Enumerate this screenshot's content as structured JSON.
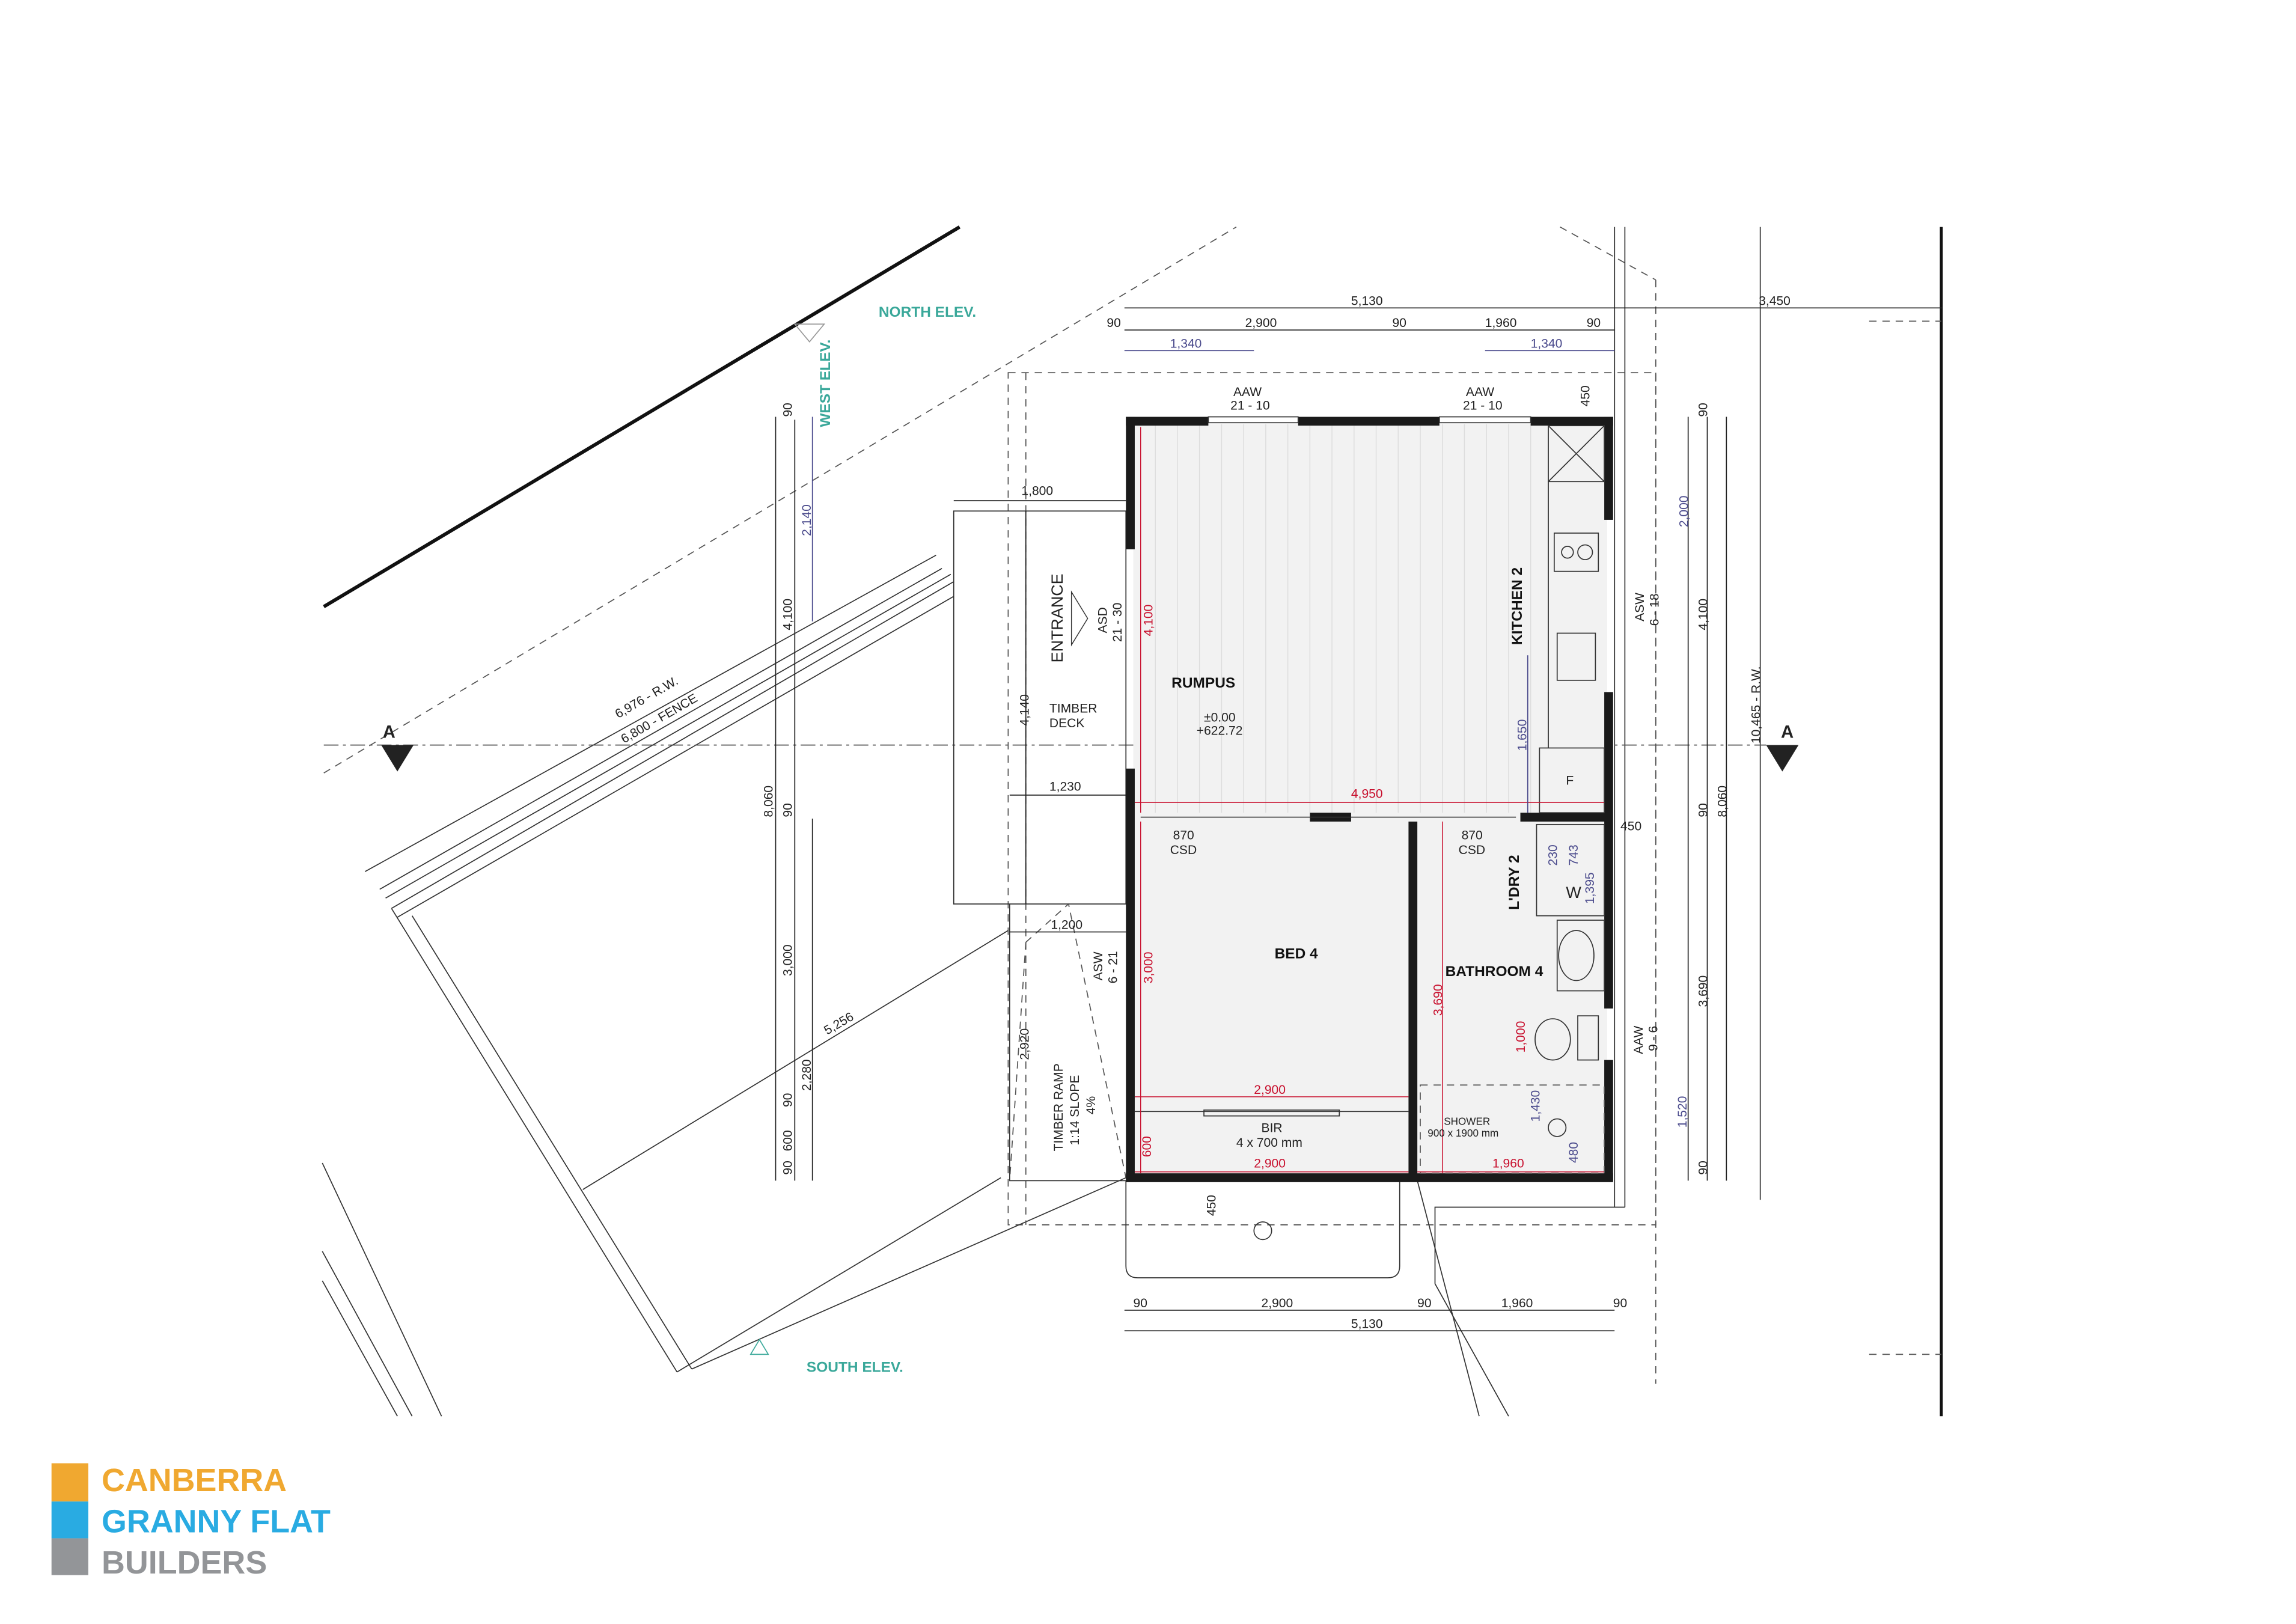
{
  "logo": {
    "line1": "CANBERRA",
    "line2": "GRANNY FLAT",
    "line3": "BUILDERS",
    "colors": {
      "orange": "#f0a830",
      "blue": "#29abe2",
      "grey": "#939598"
    }
  },
  "elevations": {
    "north": "NORTH ELEV.",
    "west": "WEST ELEV.",
    "south": "SOUTH ELEV.",
    "section_left": "A",
    "section_right": "A"
  },
  "rooms": {
    "rumpus": "RUMPUS",
    "kitchen": "KITCHEN 2",
    "bed": "BED 4",
    "bathroom": "BATHROOM 4",
    "laundry": "L'DRY 2",
    "bir": "BIR",
    "bir_size": "4 x 700 mm",
    "shower": "SHOWER",
    "shower_size": "900 x 1900 mm",
    "entrance": "ENTRANCE",
    "deck_1": "TIMBER",
    "deck_2": "DECK",
    "ramp_1": "TIMBER RAMP",
    "ramp_2": "1:14 SLOPE",
    "ramp_3": "4%",
    "level_1": "±0.00",
    "level_2": "+622.72",
    "fridge": "F",
    "washer": "W"
  },
  "openings": {
    "aaw1_a": "AAW",
    "aaw1_b": "21 - 10",
    "aaw2_a": "AAW",
    "aaw2_b": "21 - 10",
    "asd_a": "ASD",
    "asd_b": "21 - 30",
    "asw1_a": "ASW",
    "asw1_b": "6 - 18",
    "asw2_a": "ASW",
    "asw2_b": "6 - 21",
    "aaw3_a": "AAW",
    "aaw3_b": "9 - 6",
    "csd1_a": "870",
    "csd1_b": "CSD",
    "csd2_a": "870",
    "csd2_b": "CSD"
  },
  "dims": {
    "top": [
      "5,130",
      "90",
      "2,900",
      "90",
      "1,960",
      "90",
      "3,450",
      "1,340",
      "1,340",
      "450"
    ],
    "left": [
      "90",
      "4,100",
      "8,060",
      "90",
      "3,000",
      "90",
      "600",
      "90",
      "2,140",
      "2,280",
      "5,256"
    ],
    "boundary": [
      "6,976 - R.W.",
      "6,800 - FENCE"
    ],
    "deck": [
      "1,800",
      "4,140",
      "1,230",
      "1,200",
      "2,920"
    ],
    "right": [
      "90",
      "2,000",
      "4,100",
      "8,060",
      "90",
      "3,690",
      "1,520",
      "90",
      "10,465 - R.W.",
      "450"
    ],
    "bottom": [
      "90",
      "2,900",
      "90",
      "1,960",
      "90",
      "5,130",
      "450"
    ],
    "internal_red": [
      "4,100",
      "4,950",
      "3,000",
      "2,900",
      "2,900",
      "600",
      "3,690",
      "1,960",
      "1,000"
    ],
    "internal_blue": [
      "1,650",
      "230",
      "743",
      "1,395",
      "1,430",
      "480"
    ]
  }
}
